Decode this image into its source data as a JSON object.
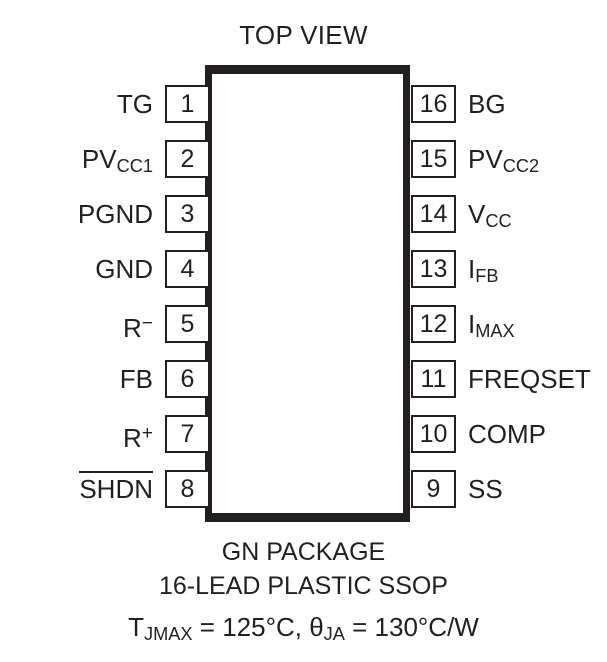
{
  "diagram": {
    "title": "TOP VIEW",
    "package_name": "GN PACKAGE",
    "lead_description": "16-LEAD PLASTIC SSOP",
    "thermal_prefix": "T",
    "thermal_sub1": "JMAX",
    "thermal_mid": " = 125°C, ",
    "thermal_theta": "θ",
    "thermal_sub2": "JA",
    "thermal_suffix": " = 130°C/W",
    "body_color": "#231f20",
    "background_color": "#ffffff"
  },
  "pins": {
    "left": [
      {
        "number": "1",
        "label": "TG",
        "base": "TG",
        "sub": "",
        "sup": "",
        "overline": false
      },
      {
        "number": "2",
        "label": "PVCC1",
        "base": "PV",
        "sub": "CC1",
        "sup": "",
        "overline": false
      },
      {
        "number": "3",
        "label": "PGND",
        "base": "PGND",
        "sub": "",
        "sup": "",
        "overline": false
      },
      {
        "number": "4",
        "label": "GND",
        "base": "GND",
        "sub": "",
        "sup": "",
        "overline": false
      },
      {
        "number": "5",
        "label": "R−",
        "base": "R",
        "sub": "",
        "sup": "−",
        "overline": false
      },
      {
        "number": "6",
        "label": "FB",
        "base": "FB",
        "sub": "",
        "sup": "",
        "overline": false
      },
      {
        "number": "7",
        "label": "R+",
        "base": "R",
        "sub": "",
        "sup": "+",
        "overline": false
      },
      {
        "number": "8",
        "label": "SHDN",
        "base": "SHDN",
        "sub": "",
        "sup": "",
        "overline": true
      }
    ],
    "right": [
      {
        "number": "16",
        "label": "BG",
        "base": "BG",
        "sub": "",
        "sup": "",
        "overline": false
      },
      {
        "number": "15",
        "label": "PVCC2",
        "base": "PV",
        "sub": "CC2",
        "sup": "",
        "overline": false
      },
      {
        "number": "14",
        "label": "VCC",
        "base": "V",
        "sub": "CC",
        "sup": "",
        "overline": false
      },
      {
        "number": "13",
        "label": "IFB",
        "base": "I",
        "sub": "FB",
        "sup": "",
        "overline": false
      },
      {
        "number": "12",
        "label": "IMAX",
        "base": "I",
        "sub": "MAX",
        "sup": "",
        "overline": false
      },
      {
        "number": "11",
        "label": "FREQSET",
        "base": "FREQSET",
        "sub": "",
        "sup": "",
        "overline": false
      },
      {
        "number": "10",
        "label": "COMP",
        "base": "COMP",
        "sub": "",
        "sup": "",
        "overline": false
      },
      {
        "number": "9",
        "label": "SS",
        "base": "SS",
        "sub": "",
        "sup": "",
        "overline": false
      }
    ]
  }
}
